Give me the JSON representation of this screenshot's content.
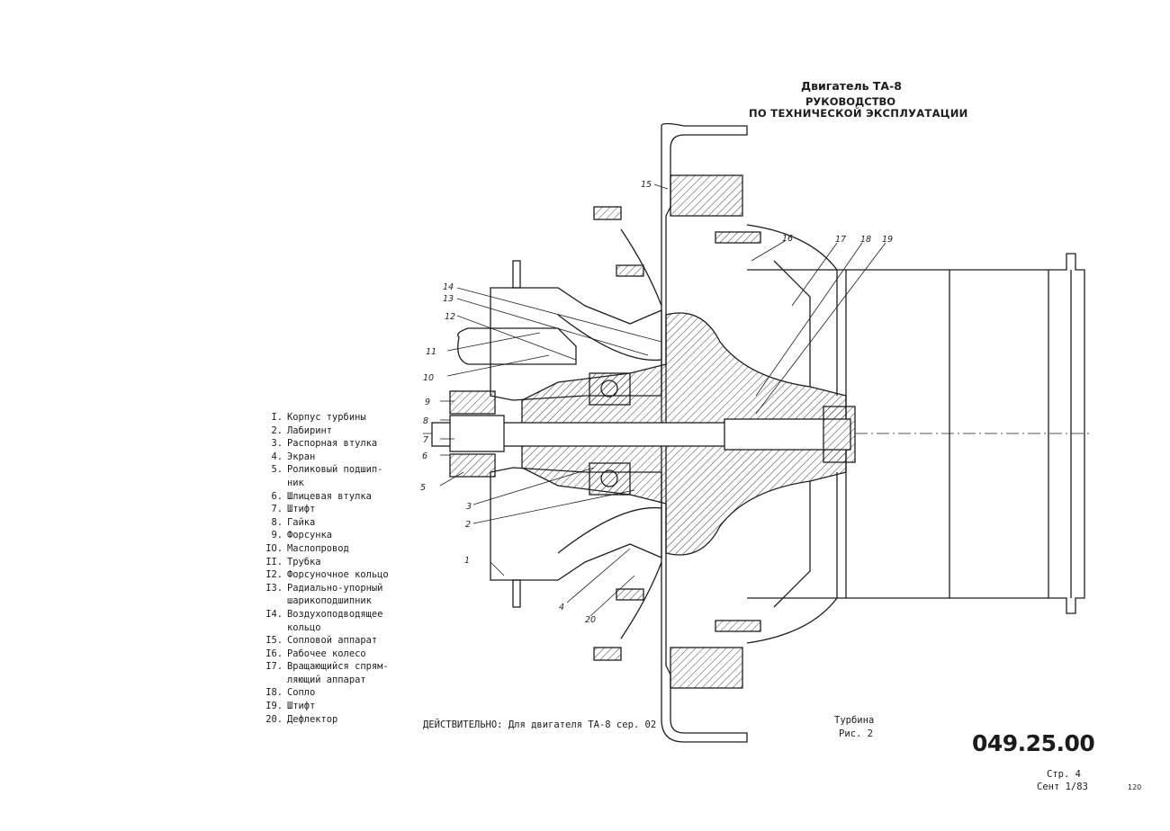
{
  "header": {
    "engine": "Двигатель ТА-8",
    "manual_line1": "РУКОВОДСТВО",
    "manual_line2": "ПО ТЕХНИЧЕСКОЙ ЭКСПЛУАТАЦИИ"
  },
  "legend": [
    {
      "num": "I.",
      "text": "Корпус турбины"
    },
    {
      "num": "2.",
      "text": "Лабиринт"
    },
    {
      "num": "3.",
      "text": "Распорная втулка"
    },
    {
      "num": "4.",
      "text": "Экран"
    },
    {
      "num": "5.",
      "text": "Роликовый подшип-\nник"
    },
    {
      "num": "6.",
      "text": "Шлицевая втулка"
    },
    {
      "num": "7.",
      "text": "Штифт"
    },
    {
      "num": "8.",
      "text": "Гайка"
    },
    {
      "num": "9.",
      "text": "Форсунка"
    },
    {
      "num": "IO.",
      "text": "Маслопровод"
    },
    {
      "num": "II.",
      "text": "Трубка"
    },
    {
      "num": "I2.",
      "text": "Форсуночное кольцо"
    },
    {
      "num": "I3.",
      "text": "Радиально-упорный\nшарикоподшипник"
    },
    {
      "num": "I4.",
      "text": "Воздухоподводящее\nкольцо"
    },
    {
      "num": "I5.",
      "text": "Сопловой аппарат"
    },
    {
      "num": "I6.",
      "text": "Рабочее колесо"
    },
    {
      "num": "I7.",
      "text": "Вращающийся спрям-\nляющий аппарат"
    },
    {
      "num": "I8.",
      "text": "Сопло"
    },
    {
      "num": "I9.",
      "text": "Штифт"
    },
    {
      "num": "20.",
      "text": "Дефлектор"
    }
  ],
  "callouts": [
    "1",
    "2",
    "3",
    "4",
    "5",
    "6",
    "7",
    "8",
    "9",
    "10",
    "11",
    "12",
    "13",
    "14",
    "15",
    "16",
    "17",
    "18",
    "19",
    "20"
  ],
  "footer": {
    "validity": "ДЕЙСТВИТЕЛЬНО:  Для двигателя ТА-8 сер. 02",
    "caption_title": "Турбина",
    "caption_fig": "Рис. 2",
    "doc_number": "049.25.00",
    "page": "Стр. 4",
    "date": "Сент 1/83",
    "side_number": "120"
  }
}
